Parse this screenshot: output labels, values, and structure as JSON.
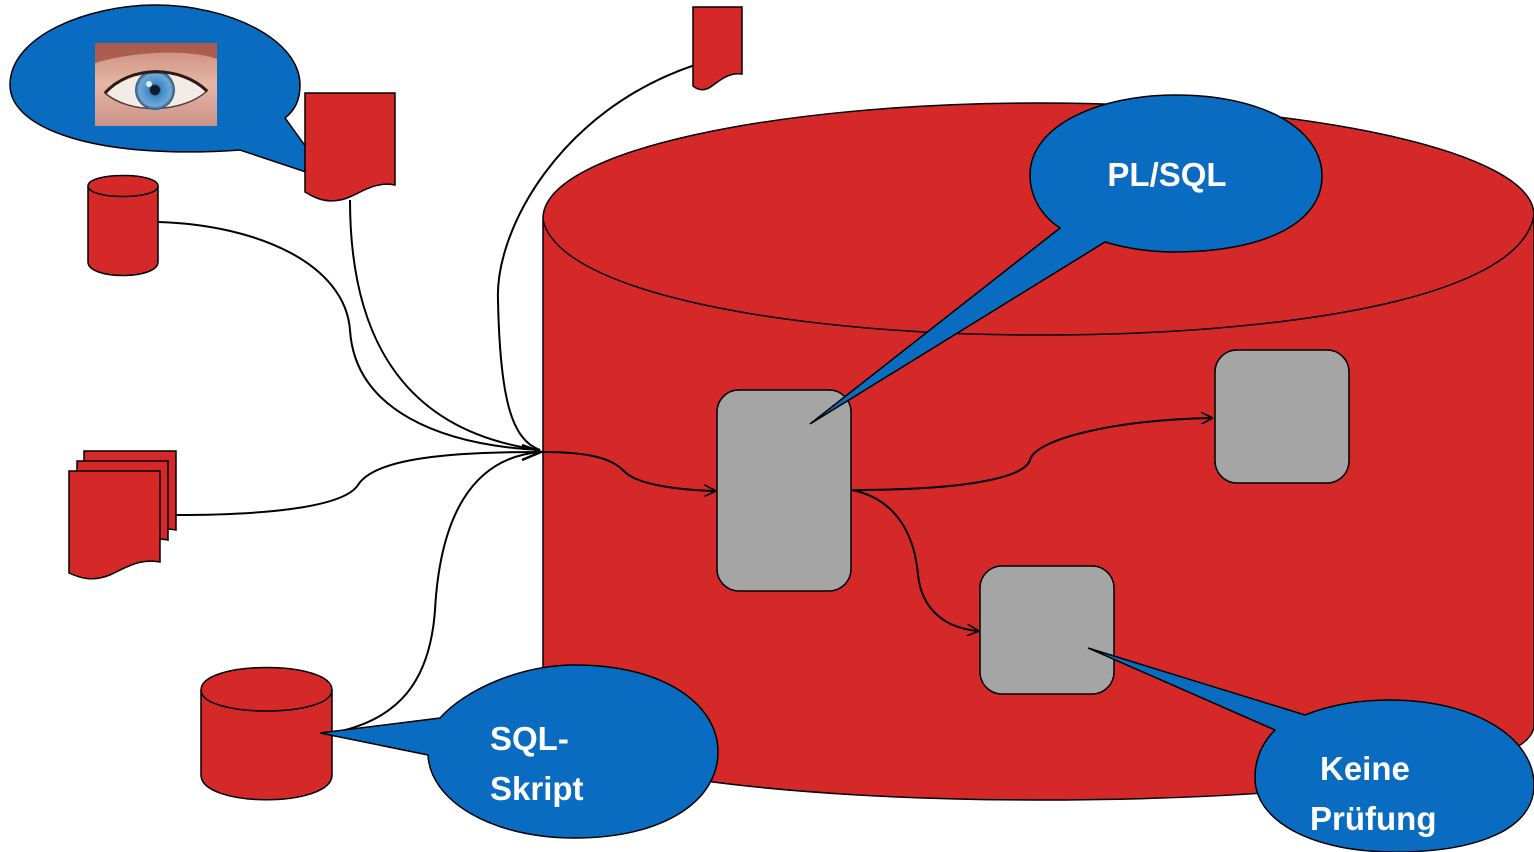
{
  "labels": {
    "plsql": "PL/SQL",
    "sql_line1": "SQL-",
    "sql_line2": "Skript",
    "keine_line1": "Keine",
    "keine_line2": "Prüfung"
  },
  "colors": {
    "red": "#d52828",
    "blue": "#0a6cc0",
    "grey": "#a5a5a5"
  },
  "icons": [
    "eye-photo",
    "document-icon",
    "database-icon",
    "document-stack-icon"
  ]
}
